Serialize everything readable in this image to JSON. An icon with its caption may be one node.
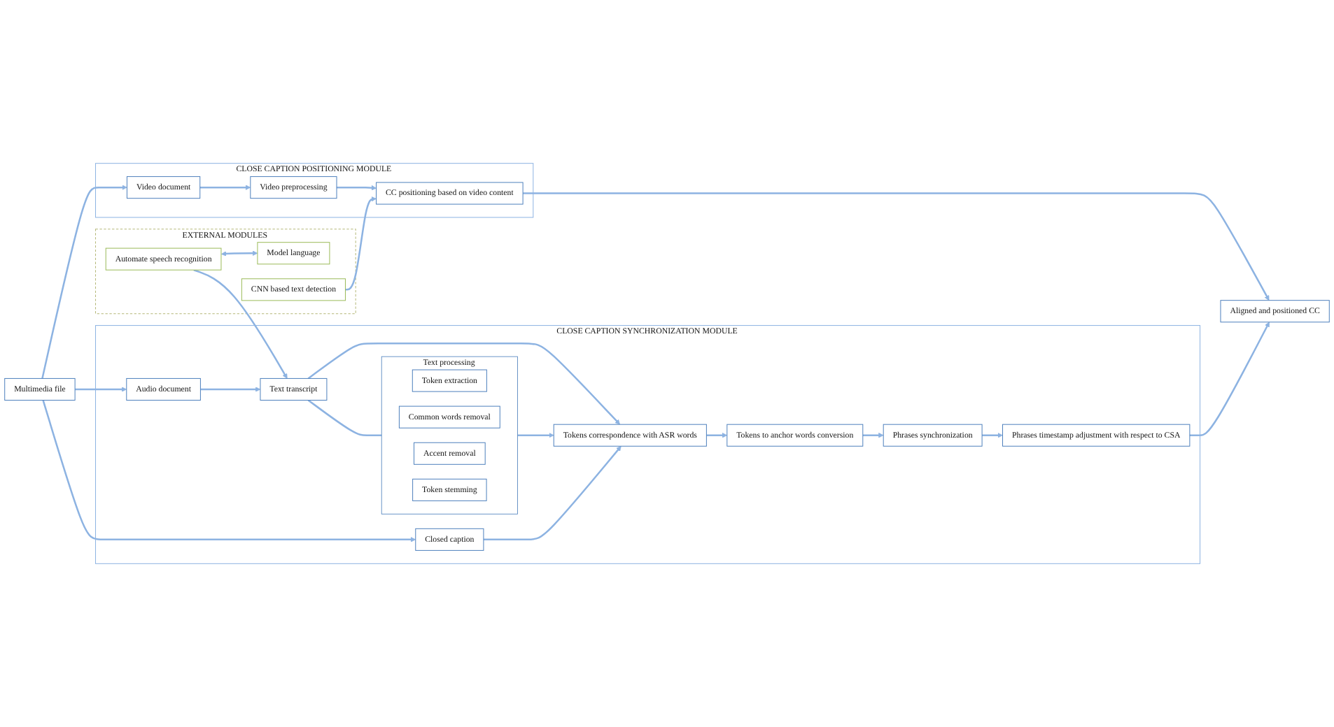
{
  "diagram": {
    "nodes": [
      {
        "text": [
          "Multimedia file"
        ]
      },
      {
        "text": [
          "CLOSE CAPTION POSITIONING MODULE"
        ]
      },
      {
        "text": [
          "Video document"
        ],
        "in": 1
      },
      {
        "text": [
          "Video preprocessing"
        ],
        "in": 1
      },
      {
        "text": [
          "CC positioning based on video content"
        ],
        "in": 1
      },
      {
        "text": [
          "EXTERNAL MODULES"
        ]
      },
      {
        "text": [
          "Automate speech recognition"
        ],
        "in": 5
      },
      {
        "text": [
          "Model language"
        ],
        "in": 5
      },
      {
        "text": [
          "CNN based text detection"
        ],
        "in": 5
      },
      {
        "text": [
          "Aligned and positioned CC"
        ]
      },
      {
        "text": [
          "CLOSE CAPTION SYNCHRONIZATION MODULE"
        ]
      },
      {
        "text": [
          "Audio document"
        ],
        "in": 10
      },
      {
        "text": [
          "Text transcript"
        ],
        "in": 10
      },
      {
        "text": [
          "Text processing"
        ],
        "in": 10
      },
      {
        "text": [
          "Token extraction"
        ],
        "in": 13
      },
      {
        "text": [
          "Common words removal"
        ],
        "in": 13
      },
      {
        "text": [
          "Accent removal"
        ],
        "in": 13
      },
      {
        "text": [
          "Token stemming"
        ],
        "in": 13
      },
      {
        "text": [
          "Tokens correspondence with ASR words"
        ],
        "in": 10
      },
      {
        "text": [
          "Tokens to anchor words conversion"
        ],
        "in": 10
      },
      {
        "text": [
          "Phrases synchronization"
        ],
        "in": 10
      },
      {
        "text": [
          "Phrases timestamp adjustment with respect to CSA"
        ],
        "in": 10
      },
      {
        "text": [
          "Closed caption"
        ],
        "in": 10
      }
    ],
    "edges": [
      {
        "from": 0,
        "to": 2,
        "arrow": "to"
      },
      {
        "from": 0,
        "to": 11,
        "arrow": "to"
      },
      {
        "from": 0,
        "to": 22,
        "arrow": "to"
      },
      {
        "from": 2,
        "to": 3,
        "arrow": "to"
      },
      {
        "from": 3,
        "to": 4,
        "arrow": "to"
      },
      {
        "from": 8,
        "to": 4,
        "arrow": "to"
      },
      {
        "from": 6,
        "to": 7,
        "arrow": "both"
      },
      {
        "from": 6,
        "to": 12,
        "arrow": "to"
      },
      {
        "from": 11,
        "to": 12,
        "arrow": "to"
      },
      {
        "from": 12,
        "to": 18,
        "arrow": "to"
      },
      {
        "from": 12,
        "to": 13,
        "arrow": "none"
      },
      {
        "from": 13,
        "to": 18,
        "arrow": "to"
      },
      {
        "from": 22,
        "to": 18,
        "arrow": "to"
      },
      {
        "from": 18,
        "to": 19,
        "arrow": "to"
      },
      {
        "from": 19,
        "to": 20,
        "arrow": "to"
      },
      {
        "from": 20,
        "to": 21,
        "arrow": "to"
      },
      {
        "from": 4,
        "to": 9,
        "arrow": "to"
      },
      {
        "from": 21,
        "to": 9,
        "arrow": "to"
      }
    ]
  }
}
